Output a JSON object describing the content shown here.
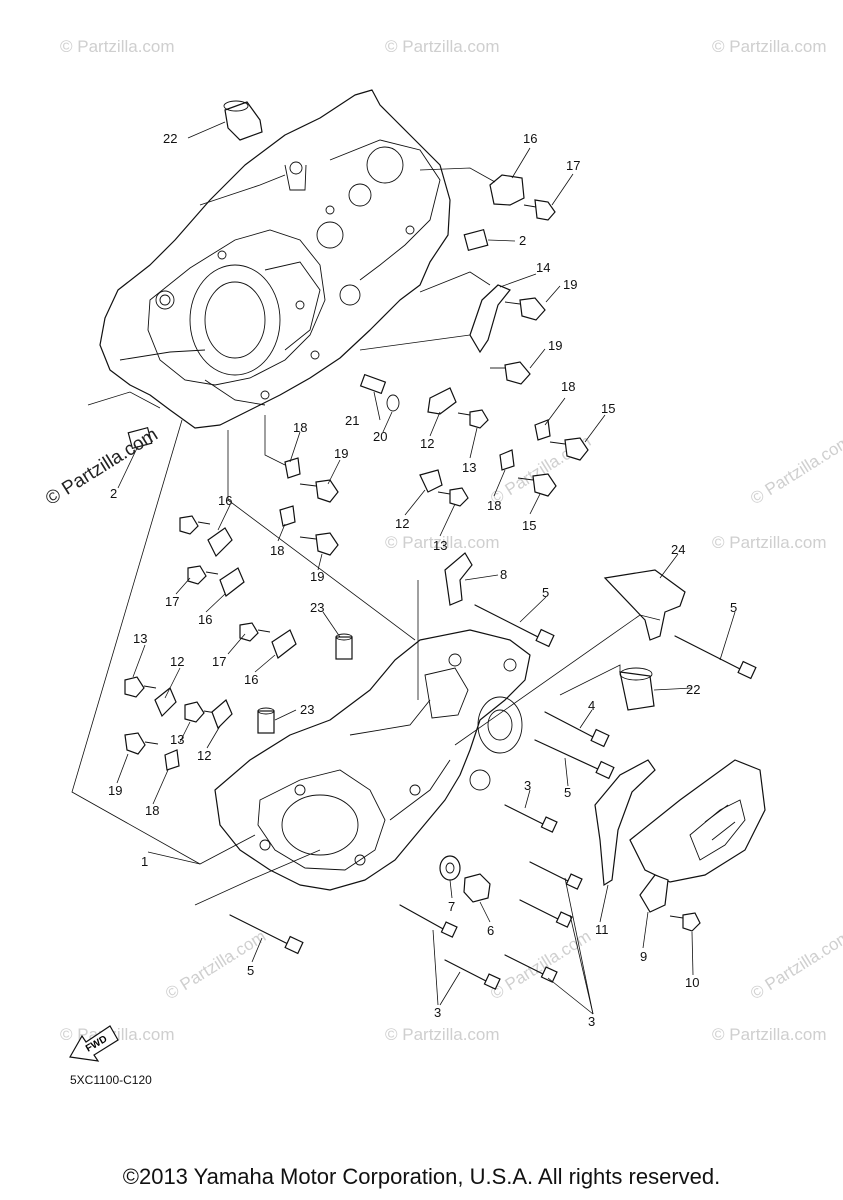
{
  "watermark": {
    "text": "© Partzilla.com",
    "side_text": "© Partzilla.com"
  },
  "callouts": [
    {
      "id": "c22a",
      "text": "22"
    },
    {
      "id": "c16a",
      "text": "16"
    },
    {
      "id": "c17a",
      "text": "17"
    },
    {
      "id": "c2a",
      "text": "2"
    },
    {
      "id": "c14",
      "text": "14"
    },
    {
      "id": "c19a",
      "text": "19"
    },
    {
      "id": "c19b",
      "text": "19"
    },
    {
      "id": "c18a",
      "text": "18"
    },
    {
      "id": "c15a",
      "text": "15"
    },
    {
      "id": "c21",
      "text": "21"
    },
    {
      "id": "c20",
      "text": "20"
    },
    {
      "id": "c12a",
      "text": "12"
    },
    {
      "id": "c13a",
      "text": "13"
    },
    {
      "id": "c18b",
      "text": "18"
    },
    {
      "id": "c19c",
      "text": "19"
    },
    {
      "id": "c18c",
      "text": "18"
    },
    {
      "id": "c15b",
      "text": "15"
    },
    {
      "id": "c2b",
      "text": "2"
    },
    {
      "id": "c12b",
      "text": "12"
    },
    {
      "id": "c13b",
      "text": "13"
    },
    {
      "id": "c16b",
      "text": "16"
    },
    {
      "id": "c18d",
      "text": "18"
    },
    {
      "id": "c19d",
      "text": "19"
    },
    {
      "id": "c8",
      "text": "8"
    },
    {
      "id": "c5a",
      "text": "5"
    },
    {
      "id": "c24",
      "text": "24"
    },
    {
      "id": "c5b",
      "text": "5"
    },
    {
      "id": "c17b",
      "text": "17"
    },
    {
      "id": "c16c",
      "text": "16"
    },
    {
      "id": "c23a",
      "text": "23"
    },
    {
      "id": "c17c",
      "text": "17"
    },
    {
      "id": "c16d",
      "text": "16"
    },
    {
      "id": "c13c",
      "text": "13"
    },
    {
      "id": "c12c",
      "text": "12"
    },
    {
      "id": "c22b",
      "text": "22"
    },
    {
      "id": "c23b",
      "text": "23"
    },
    {
      "id": "c4",
      "text": "4"
    },
    {
      "id": "c13d",
      "text": "13"
    },
    {
      "id": "c12d",
      "text": "12"
    },
    {
      "id": "c19e",
      "text": "19"
    },
    {
      "id": "c18e",
      "text": "18"
    },
    {
      "id": "c5c",
      "text": "5"
    },
    {
      "id": "c3a",
      "text": "3"
    },
    {
      "id": "c1",
      "text": "1"
    },
    {
      "id": "c7",
      "text": "7"
    },
    {
      "id": "c6",
      "text": "6"
    },
    {
      "id": "c11",
      "text": "11"
    },
    {
      "id": "c9",
      "text": "9"
    },
    {
      "id": "c10",
      "text": "10"
    },
    {
      "id": "c5d",
      "text": "5"
    },
    {
      "id": "c3b",
      "text": "3"
    },
    {
      "id": "c3c",
      "text": "3"
    }
  ],
  "fwd_label": "FWD",
  "part_code": "5XC1100-C120",
  "copyright": "©2013 Yamaha Motor Corporation, U.S.A. All rights reserved."
}
